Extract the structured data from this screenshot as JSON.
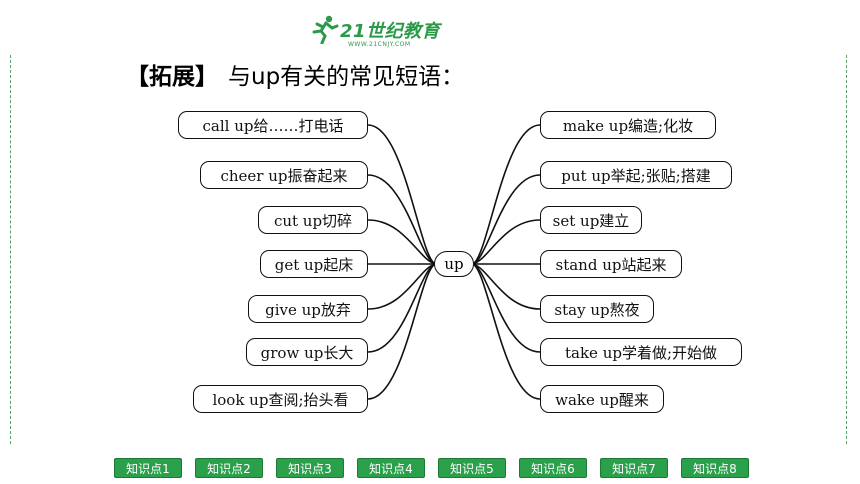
{
  "logo": {
    "text": "21世纪教育",
    "sub": "WWW.21CNJY.COM"
  },
  "heading": {
    "tag": "【拓展】",
    "text": "与up有关的常见短语："
  },
  "center": "up",
  "left_phrases": [
    "call up给……打电话",
    "cheer up振奋起来",
    "cut up切碎",
    "get up起床",
    "give up放弃",
    "grow up长大",
    "look up查阅;抬头看"
  ],
  "right_phrases": [
    "make up编造;化妆",
    "put up举起;张贴;搭建",
    "set up建立",
    "stand up站起来",
    "stay up熬夜",
    "take up学着做;开始做",
    "wake up醒来"
  ],
  "nav": [
    "知识点1",
    "知识点2",
    "知识点3",
    "知识点4",
    "知识点5",
    "知识点6",
    "知识点7",
    "知识点8"
  ]
}
